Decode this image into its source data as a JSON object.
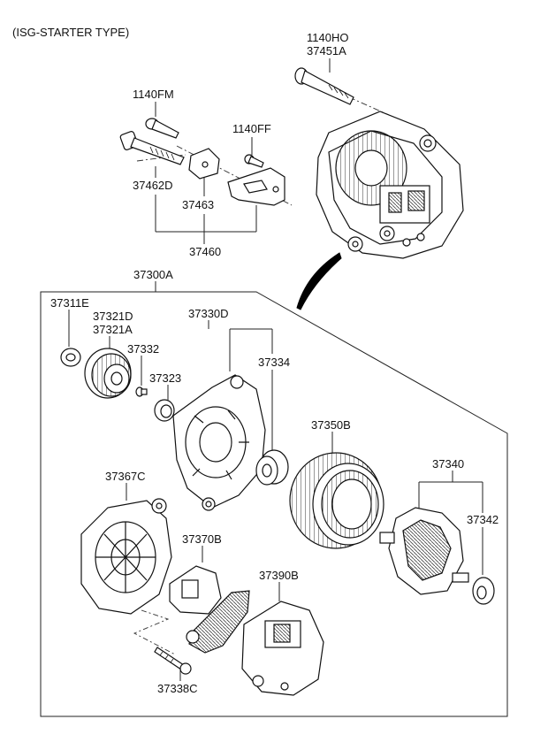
{
  "diagram": {
    "header": "(ISG-STARTER TYPE)",
    "part_labels": {
      "p1140HO": "1140HO",
      "p37451A": "37451A",
      "p1140FM": "1140FM",
      "p1140FF": "1140FF",
      "p37462D": "37462D",
      "p37463": "37463",
      "p37460": "37460",
      "p37300A": "37300A",
      "p37311E": "37311E",
      "p37321D": "37321D",
      "p37321A": "37321A",
      "p37330D": "37330D",
      "p37332": "37332",
      "p37323": "37323",
      "p37334": "37334",
      "p37350B": "37350B",
      "p37340": "37340",
      "p37367C": "37367C",
      "p37342": "37342",
      "p37370B": "37370B",
      "p37390B": "37390B",
      "p37338C": "37338C"
    }
  }
}
